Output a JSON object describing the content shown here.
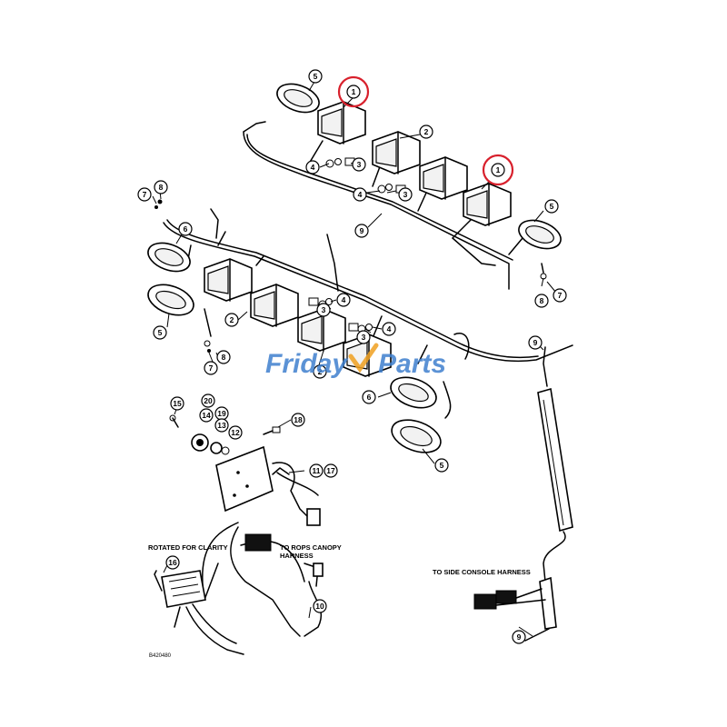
{
  "labels": {
    "rotated": "ROTATED FOR CLARITY",
    "rops_line1": "TO ROPS CANOPY",
    "rops_line2": "HARNESS",
    "console": "TO SIDE CONSOLE HARNESS",
    "ref": "B420480"
  },
  "watermark": {
    "word1": "Friday",
    "word2": "Parts",
    "color1": "#3f7fce",
    "color2": "#f0a020"
  },
  "highlight_color": "#d8202c",
  "callouts": [
    {
      "id": "c5a",
      "text": "5"
    },
    {
      "id": "c1a",
      "text": "1"
    },
    {
      "id": "c2a",
      "text": "2"
    },
    {
      "id": "c4a",
      "text": "4"
    },
    {
      "id": "c3a",
      "text": "3"
    },
    {
      "id": "c1b",
      "text": "1"
    },
    {
      "id": "c4b",
      "text": "4"
    },
    {
      "id": "c3b",
      "text": "3"
    },
    {
      "id": "c9a",
      "text": "9"
    },
    {
      "id": "c5b",
      "text": "5"
    },
    {
      "id": "c8a",
      "text": "8"
    },
    {
      "id": "c7a",
      "text": "7"
    },
    {
      "id": "c7b",
      "text": "7"
    },
    {
      "id": "c8b",
      "text": "8"
    },
    {
      "id": "c6a",
      "text": "6"
    },
    {
      "id": "c5c",
      "text": "5"
    },
    {
      "id": "c3c",
      "text": "3"
    },
    {
      "id": "c4c",
      "text": "4"
    },
    {
      "id": "c2b",
      "text": "2"
    },
    {
      "id": "c3d",
      "text": "3"
    },
    {
      "id": "c4d",
      "text": "4"
    },
    {
      "id": "c8c",
      "text": "8"
    },
    {
      "id": "c7c",
      "text": "7"
    },
    {
      "id": "c2c",
      "text": "2"
    },
    {
      "id": "c9b",
      "text": "9"
    },
    {
      "id": "c6b",
      "text": "6"
    },
    {
      "id": "c5d",
      "text": "5"
    },
    {
      "id": "c15",
      "text": "15"
    },
    {
      "id": "c20",
      "text": "20"
    },
    {
      "id": "c14",
      "text": "14"
    },
    {
      "id": "c19",
      "text": "19"
    },
    {
      "id": "c13",
      "text": "13"
    },
    {
      "id": "c12",
      "text": "12"
    },
    {
      "id": "c18",
      "text": "18"
    },
    {
      "id": "c11",
      "text": "11"
    },
    {
      "id": "c17",
      "text": "17"
    },
    {
      "id": "c16",
      "text": "16"
    },
    {
      "id": "c10",
      "text": "10"
    },
    {
      "id": "c9c",
      "text": "9"
    }
  ]
}
